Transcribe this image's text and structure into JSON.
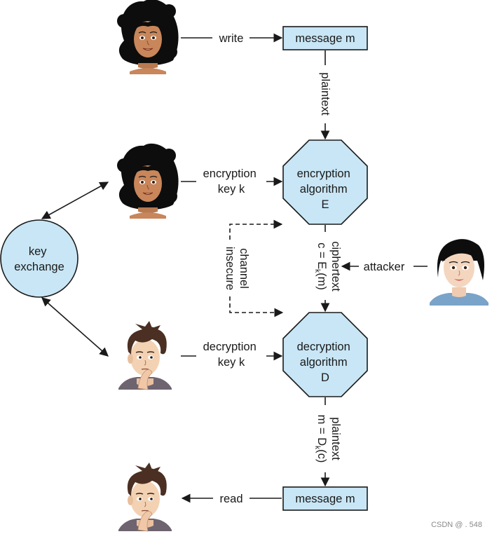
{
  "message_top": "message m",
  "message_bottom": "message m",
  "write": "write",
  "read": "read",
  "plaintext_top": "plaintext",
  "enc_key": [
    "encryption",
    "key k"
  ],
  "dec_key": [
    "decryption",
    "key k"
  ],
  "encryption_algorithm": [
    "encryption",
    "algorithm",
    "E"
  ],
  "decryption_algorithm": [
    "decryption",
    "algorithm",
    "D"
  ],
  "key_exchange": [
    "key",
    "exchange"
  ],
  "insecure_channel": [
    "insecure",
    "channel"
  ],
  "ciphertext": {
    "label": "ciphertext",
    "expr_start": "c = E",
    "subscript": "k",
    "expr_end": "(m)"
  },
  "plaintext_bottom": {
    "label": "plaintext",
    "expr_start": "m = D",
    "subscript": "k",
    "expr_end": "(c)"
  },
  "attacker": "attacker",
  "watermark": "CSDN @ . 548",
  "colors": {
    "box_fill": "#c8e6f5",
    "sender_skin": "#c8865a",
    "sender_hair": "#0d0d0d",
    "receiver_skin": "#f3d2b3",
    "receiver_hair": "#4a2f22",
    "attacker_skin": "#f4d6bf",
    "attacker_top": "#7aa3c9"
  },
  "icons": [
    "sender-avatar-icon",
    "receiver-avatar-icon",
    "attacker-avatar-icon"
  ]
}
